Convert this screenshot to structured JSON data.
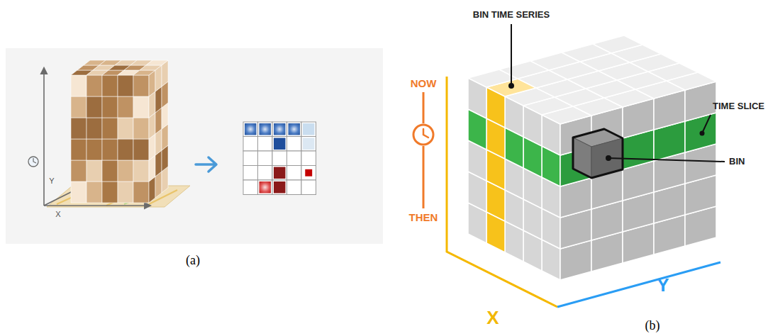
{
  "diagram": {
    "labels": [
      "Y",
      "X",
      "(a)",
      "BIN TIME SERIES",
      "NOW",
      "THEN",
      "TIME SLICE",
      "BIN",
      "X",
      "Y",
      "(b)"
    ]
  }
}
